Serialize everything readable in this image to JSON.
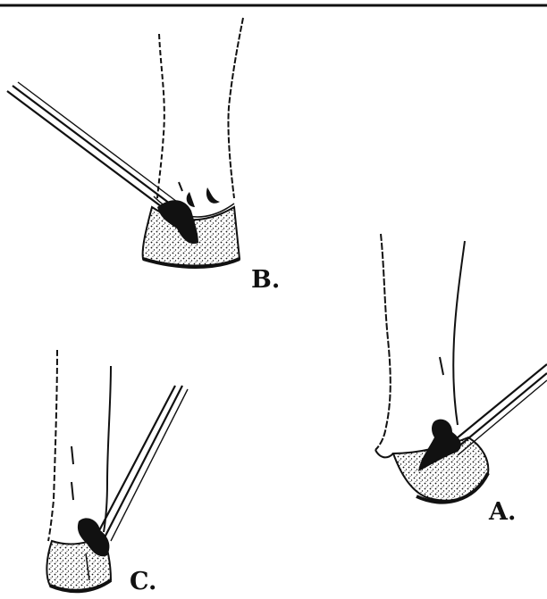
{
  "figure": {
    "labels": {
      "a": "A.",
      "b": "B.",
      "c": "C."
    },
    "ink_color": "#111111",
    "paper_color": "#ffffff"
  }
}
